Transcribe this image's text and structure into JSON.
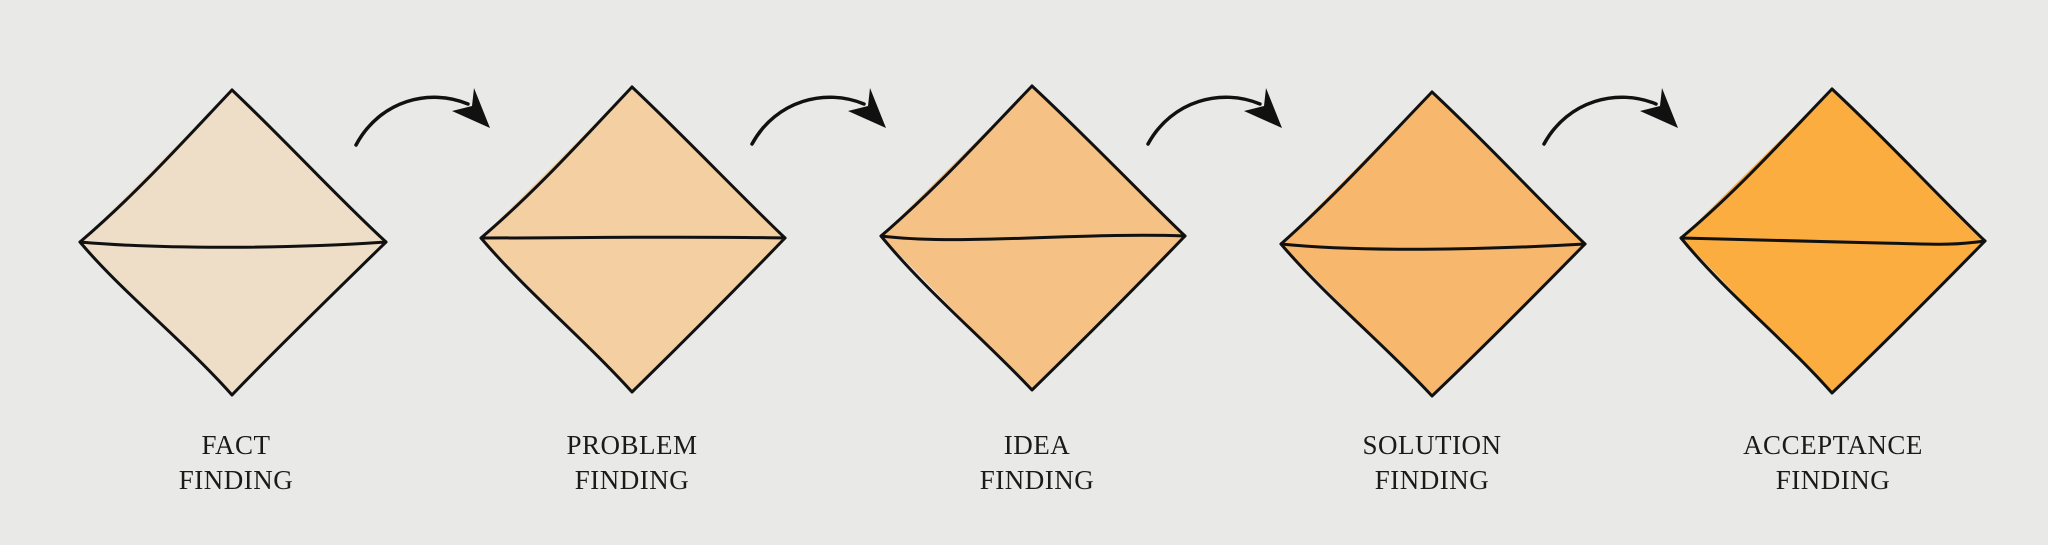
{
  "diagram": {
    "stages": [
      {
        "line1": "FACT",
        "line2": "FINDING",
        "fill": "#eeddc7"
      },
      {
        "line1": "PROBLEM",
        "line2": "FINDING",
        "fill": "#f3cfa2"
      },
      {
        "line1": "IDEA",
        "line2": "FINDING",
        "fill": "#f5c185"
      },
      {
        "line1": "SOLUTION",
        "line2": "FINDING",
        "fill": "#f7b86e"
      },
      {
        "line1": "ACCEPTANCE",
        "line2": "FINDING",
        "fill": "#fbad3f"
      }
    ],
    "colors": {
      "background": "#e9e9e7",
      "stroke": "#111111"
    }
  }
}
